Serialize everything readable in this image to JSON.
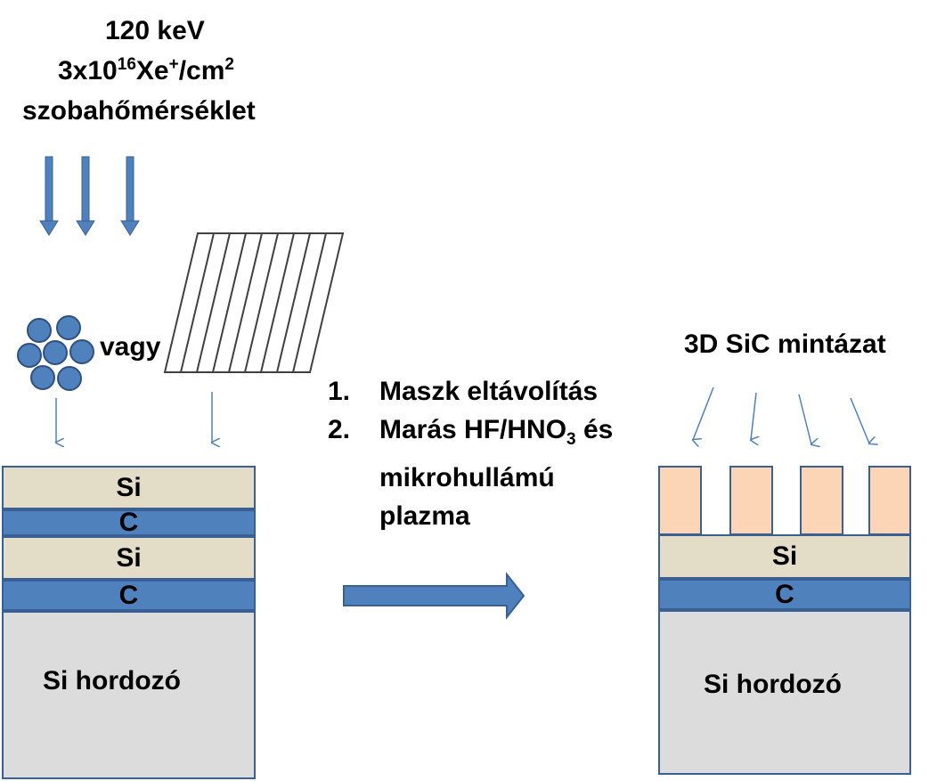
{
  "params": {
    "energy": "120 keV",
    "dose_prefix": "3x10",
    "dose_exp": "16",
    "dose_ion": "Xe",
    "dose_charge": "+",
    "dose_unit": "/cm",
    "dose_unit_exp": "2",
    "temperature": "szobahőmérséklet"
  },
  "mask": {
    "or_label": "vagy"
  },
  "steps": {
    "step1_num": "1.",
    "step1_text": "Maszk eltávolítás",
    "step2_num": "2.",
    "step2_text_a": "Marás HF/HNO",
    "step2_sub": "3",
    "step2_text_b": " és",
    "step2_line2": "mikrohullámú",
    "step2_line3": "plazma"
  },
  "left_stack": {
    "layer1": "Si",
    "layer2": "C",
    "layer3": "Si",
    "layer4": "C",
    "substrate": "Si hordozó"
  },
  "right_stack": {
    "title": "3D SiC mintázat",
    "layer1": "Si",
    "layer2": "C",
    "substrate": "Si hordozó"
  },
  "colors": {
    "si_layer": "#e3ddc8",
    "c_layer": "#4f81bd",
    "substrate": "#dcdcdc",
    "sic_pillar": "#fbd5b5",
    "arrow": "#4f81bd",
    "outline": "#3a5f94"
  }
}
